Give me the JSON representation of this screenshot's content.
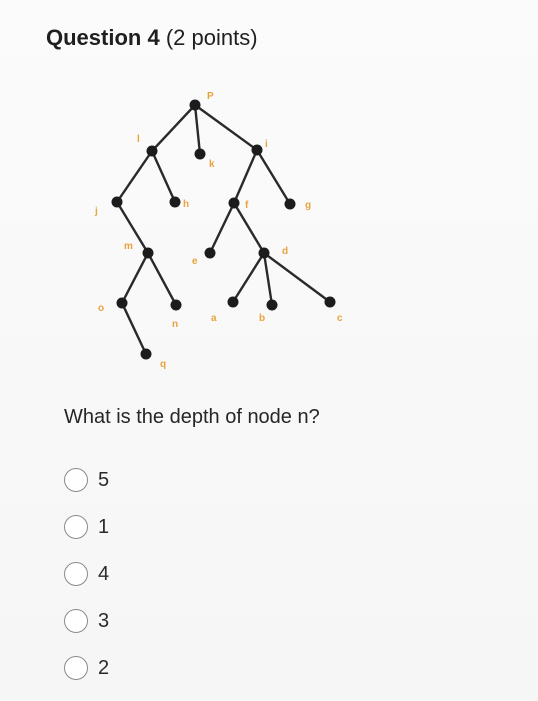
{
  "question": {
    "title": "Question 4",
    "points": "(2 points)"
  },
  "tree": {
    "label_color": "#e9a33c",
    "node_color": "#1c1c1c",
    "edge_color": "#2a2a2a",
    "labels": {
      "p": "P",
      "l": "l",
      "k": "k",
      "i": "i",
      "j": "j",
      "h": "h",
      "f": "f",
      "g": "g",
      "m": "m",
      "e": "e",
      "d": "d",
      "o": "o",
      "n": "n",
      "a": "a",
      "b": "b",
      "c": "c",
      "q": "q"
    }
  },
  "prompt": "What is the depth of node n?",
  "options": [
    "5",
    "1",
    "4",
    "3",
    "2"
  ]
}
